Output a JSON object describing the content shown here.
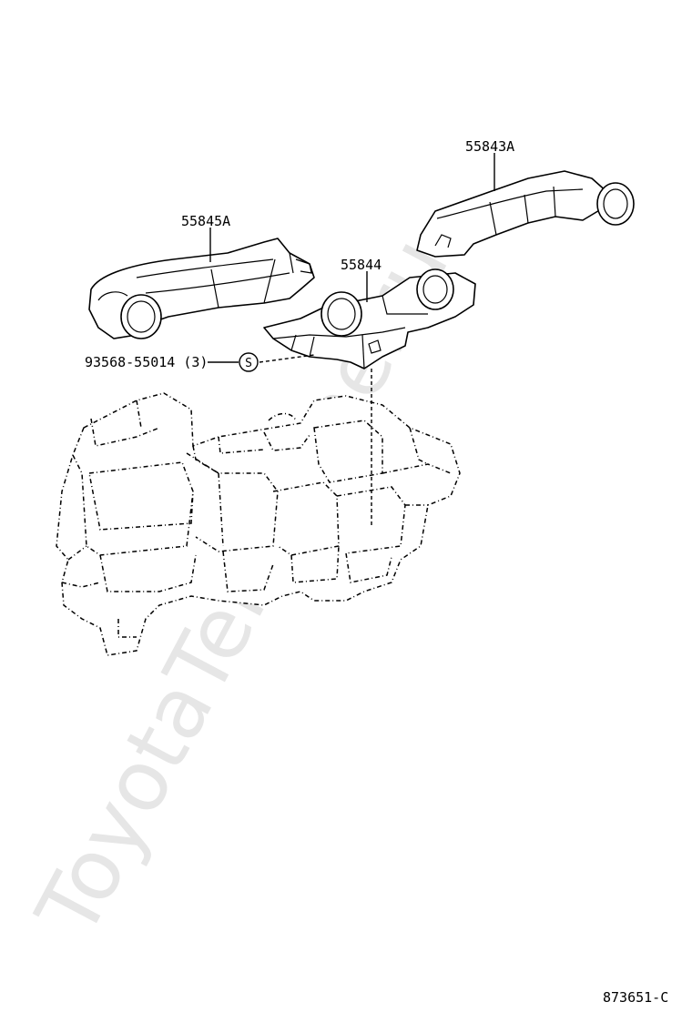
{
  "watermark": "ToyotaTeileMine.ru",
  "parts": {
    "part_55843a": "55843A",
    "part_55845a": "55845A",
    "part_55844": "55844",
    "screw": "93568-55014 (3)",
    "screw_symbol": "S"
  },
  "figure_code": "873651-C"
}
